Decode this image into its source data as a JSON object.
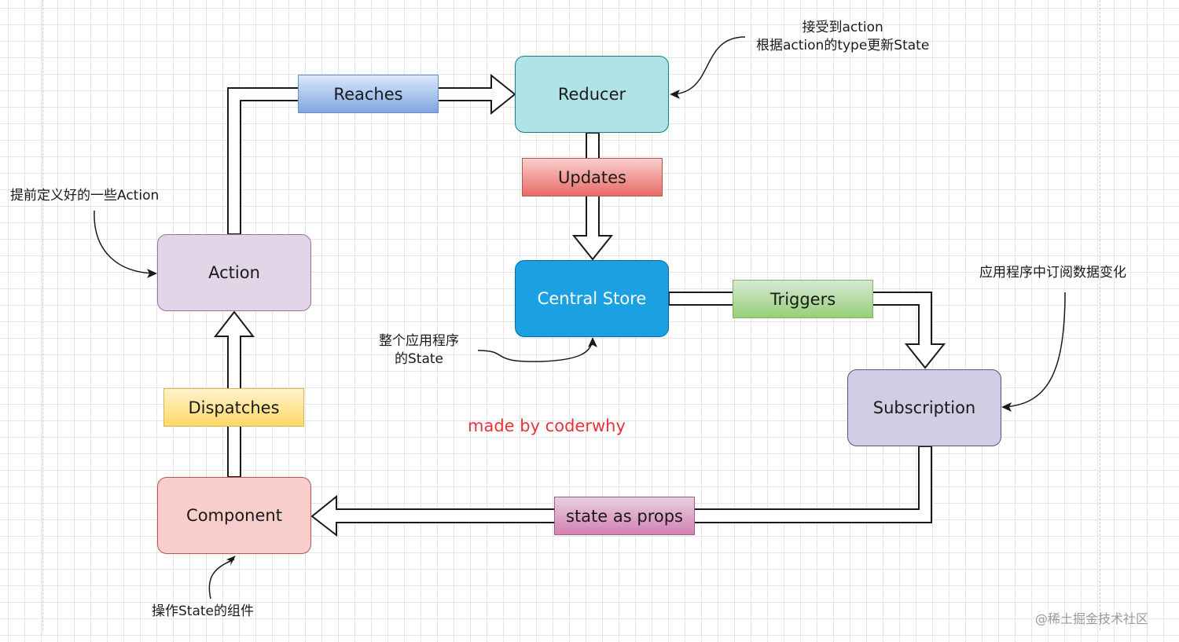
{
  "nodes": {
    "reducer": "Reducer",
    "action": "Action",
    "central_store": "Central Store",
    "subscription": "Subscription",
    "component": "Component"
  },
  "edges": {
    "reaches": "Reaches",
    "updates": "Updates",
    "triggers": "Triggers",
    "dispatches": "Dispatches",
    "state_as_props": "state as props"
  },
  "notes": {
    "reducer_note_line1": "接受到action",
    "reducer_note_line2": "根据action的type更新State",
    "action_note": "提前定义好的一些Action",
    "store_note_line1": "整个应用程序",
    "store_note_line2": "的State",
    "subscription_note": "应用程序中订阅数据变化",
    "component_note": "操作State的组件"
  },
  "credit": "made by coderwhy",
  "watermark": "@稀土掘金技术社区",
  "colors": {
    "reducer_fill": "#b0e3e6",
    "reducer_border": "#0e8088",
    "action_fill": "#e1d5e7",
    "action_border": "#9673a6",
    "store_fill": "#1ba1e2",
    "store_border": "#006eaf",
    "store_text": "#ffffff",
    "subscription_fill": "#d0cee2",
    "subscription_border": "#56517e",
    "component_fill": "#f8cecc",
    "component_border": "#b85450",
    "reaches_fill": "#7ea6e0",
    "updates_fill": "#ea6b66",
    "triggers_fill": "#97d077",
    "dispatches_fill": "#ffd966",
    "state_as_props_fill": "#d580b2",
    "credit_text": "#e8333a"
  }
}
